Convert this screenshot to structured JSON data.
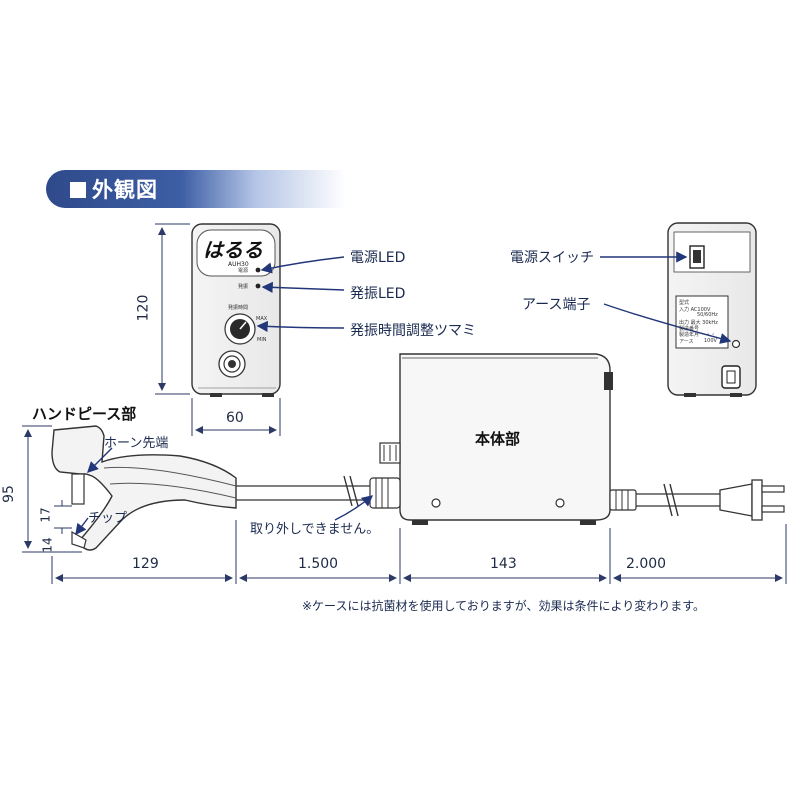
{
  "header": {
    "title": "外観図"
  },
  "front_panel": {
    "logo": "はるる",
    "model": "AUH30",
    "led_power_small": "電源",
    "led_osc_small": "発振",
    "dial_title_small": "発振時間",
    "dial_max": "MAX",
    "dial_min": "MIN"
  },
  "callouts": {
    "power_led": "電源LED",
    "osc_led": "発振LED",
    "osc_time_knob": "発振時間調整ツマミ",
    "power_switch": "電源スイッチ",
    "ground_terminal": "アース端子"
  },
  "rear_label_lines": [
    "型式",
    "入力 AC100V",
    "50/60Hz",
    "出力 最大 30kHz",
    "製造番号",
    "製造年月 ・・・",
    "アース",
    "100V"
  ],
  "parts": {
    "handpiece": "ハンドピース部",
    "horn_tip": "ホーン先端",
    "tip": "チップ",
    "main_body": "本体部",
    "not_removable": "取り外しできません。"
  },
  "dimensions": {
    "front_height": "120",
    "front_width": "60",
    "handpiece_height": "95",
    "tip_17": "17",
    "tip_14": "14",
    "handpiece_length": "129",
    "cord_1": "1.500",
    "body_length": "143",
    "cord_2": "2.000"
  },
  "note": "※ケースには抗菌材を使用しておりますが、効果は条件により変わります。",
  "colors": {
    "line": "#22367a",
    "dim_line": "#2b3a66",
    "panel_edge": "#333333"
  }
}
